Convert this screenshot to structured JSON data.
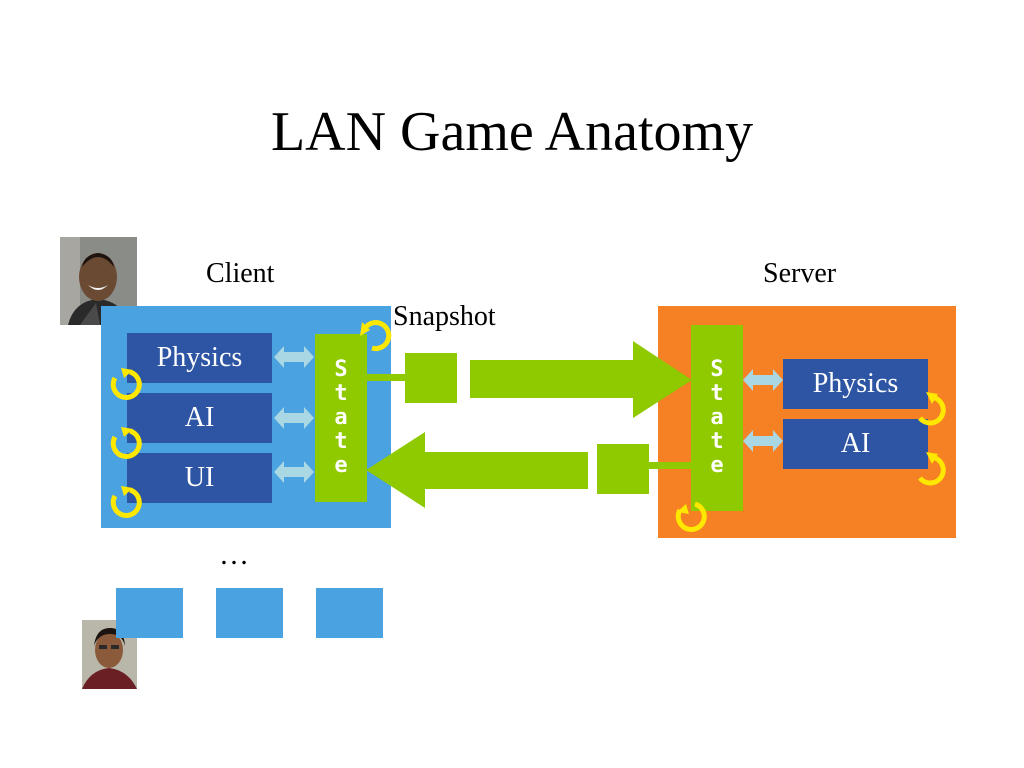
{
  "slide": {
    "title": "LAN Game Anatomy",
    "client_label": "Client",
    "server_label": "Server",
    "snapshot_label": "Snapshot",
    "ellipsis": "…"
  },
  "client": {
    "modules": [
      "Physics",
      "AI",
      "UI"
    ],
    "state_letters": [
      "S",
      "t",
      "a",
      "t",
      "e"
    ]
  },
  "server": {
    "modules": [
      "Physics",
      "AI"
    ],
    "state_letters": [
      "S",
      "t",
      "a",
      "t",
      "e"
    ]
  },
  "colors": {
    "client_panel": "#4ba2e0",
    "server_panel": "#f68024",
    "module": "#2e55a3",
    "state": "#8fc900",
    "arrow": "#8fc900",
    "double_arrow": "#a9d7e4",
    "refresh_icon": "#ffe800",
    "extra_client": "#4ba2e0"
  },
  "icons": {
    "refresh": "refresh-icon",
    "double_arrow": "double-arrow-icon",
    "user_photo": "user-photo"
  }
}
